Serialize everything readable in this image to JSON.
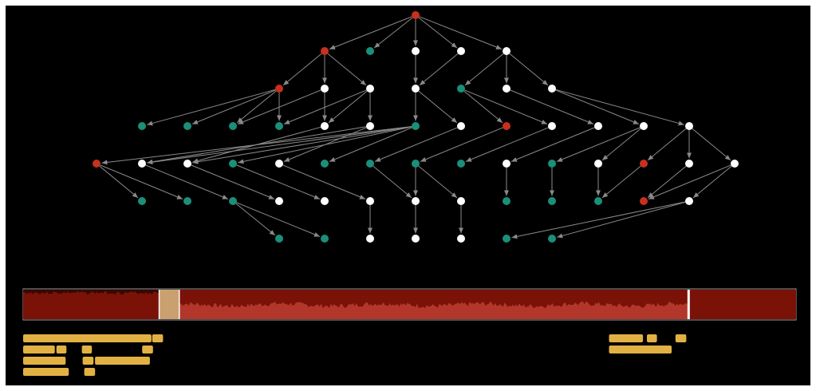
{
  "colors": {
    "background": "#000000",
    "node_red": "#c8301e",
    "node_teal": "#1a8f7a",
    "node_white": "#ffffff",
    "edge": "#8a8a8a",
    "track_fill": "#7a1208",
    "track_wave": "#b2372a",
    "selection_window": "#caa070",
    "cursor": "#ffffff",
    "segment_bar": "#e2b144"
  },
  "graph": {
    "nodes": [
      {
        "id": "r0",
        "kind": "red"
      },
      {
        "id": "a0",
        "kind": "red"
      },
      {
        "id": "a1",
        "kind": "teal"
      },
      {
        "id": "a2",
        "kind": "white"
      },
      {
        "id": "a3",
        "kind": "white"
      },
      {
        "id": "a4",
        "kind": "white"
      },
      {
        "id": "b0",
        "kind": "red"
      },
      {
        "id": "b1",
        "kind": "white"
      },
      {
        "id": "b2",
        "kind": "white"
      },
      {
        "id": "b3",
        "kind": "white"
      },
      {
        "id": "b4",
        "kind": "teal"
      },
      {
        "id": "b5",
        "kind": "white"
      },
      {
        "id": "b6",
        "kind": "white"
      },
      {
        "id": "c0",
        "kind": "teal"
      },
      {
        "id": "c1",
        "kind": "teal"
      },
      {
        "id": "c2",
        "kind": "teal"
      },
      {
        "id": "c3",
        "kind": "teal"
      },
      {
        "id": "c4",
        "kind": "white"
      },
      {
        "id": "c5",
        "kind": "white"
      },
      {
        "id": "c6",
        "kind": "teal"
      },
      {
        "id": "c7",
        "kind": "white"
      },
      {
        "id": "c8",
        "kind": "red"
      },
      {
        "id": "c9",
        "kind": "white"
      },
      {
        "id": "c10",
        "kind": "white"
      },
      {
        "id": "c11",
        "kind": "white"
      },
      {
        "id": "c12",
        "kind": "white"
      },
      {
        "id": "d0",
        "kind": "red"
      },
      {
        "id": "d1",
        "kind": "white"
      },
      {
        "id": "d2",
        "kind": "white"
      },
      {
        "id": "d3",
        "kind": "teal"
      },
      {
        "id": "d4",
        "kind": "white"
      },
      {
        "id": "d5",
        "kind": "teal"
      },
      {
        "id": "d6",
        "kind": "teal"
      },
      {
        "id": "d7",
        "kind": "teal"
      },
      {
        "id": "d8",
        "kind": "teal"
      },
      {
        "id": "d9",
        "kind": "white"
      },
      {
        "id": "d10",
        "kind": "teal"
      },
      {
        "id": "d11",
        "kind": "white"
      },
      {
        "id": "d12",
        "kind": "red"
      },
      {
        "id": "d13",
        "kind": "white"
      },
      {
        "id": "d14",
        "kind": "white"
      },
      {
        "id": "e0",
        "kind": "teal"
      },
      {
        "id": "e1",
        "kind": "teal"
      },
      {
        "id": "e2",
        "kind": "teal"
      },
      {
        "id": "e3",
        "kind": "white"
      },
      {
        "id": "e4",
        "kind": "white"
      },
      {
        "id": "e5",
        "kind": "white"
      },
      {
        "id": "e6",
        "kind": "white"
      },
      {
        "id": "e7",
        "kind": "white"
      },
      {
        "id": "e8",
        "kind": "teal"
      },
      {
        "id": "e9",
        "kind": "teal"
      },
      {
        "id": "e10",
        "kind": "teal"
      },
      {
        "id": "e11",
        "kind": "red"
      },
      {
        "id": "e12",
        "kind": "white"
      },
      {
        "id": "f0",
        "kind": "teal"
      },
      {
        "id": "f1",
        "kind": "teal"
      },
      {
        "id": "f2",
        "kind": "white"
      },
      {
        "id": "f3",
        "kind": "white"
      },
      {
        "id": "f4",
        "kind": "white"
      },
      {
        "id": "f5",
        "kind": "teal"
      },
      {
        "id": "f6",
        "kind": "teal"
      }
    ],
    "edges": [
      [
        "r0",
        "a0"
      ],
      [
        "r0",
        "a1"
      ],
      [
        "r0",
        "a2"
      ],
      [
        "r0",
        "a3"
      ],
      [
        "r0",
        "a4"
      ],
      [
        "a0",
        "b0"
      ],
      [
        "a0",
        "b1"
      ],
      [
        "a0",
        "b2"
      ],
      [
        "a2",
        "b3"
      ],
      [
        "a3",
        "b3"
      ],
      [
        "a4",
        "b4"
      ],
      [
        "a4",
        "b5"
      ],
      [
        "a4",
        "b6"
      ],
      [
        "b0",
        "c0"
      ],
      [
        "b0",
        "c1"
      ],
      [
        "b0",
        "c2"
      ],
      [
        "b0",
        "c3"
      ],
      [
        "b1",
        "c2"
      ],
      [
        "b1",
        "c4"
      ],
      [
        "b2",
        "c3"
      ],
      [
        "b2",
        "c4"
      ],
      [
        "b2",
        "c5"
      ],
      [
        "b3",
        "c6"
      ],
      [
        "b3",
        "c7"
      ],
      [
        "b4",
        "c8"
      ],
      [
        "b4",
        "c9"
      ],
      [
        "b5",
        "c10"
      ],
      [
        "b6",
        "c11"
      ],
      [
        "b6",
        "c12"
      ],
      [
        "c6",
        "d0"
      ],
      [
        "c6",
        "d1"
      ],
      [
        "c6",
        "d2"
      ],
      [
        "c6",
        "d3"
      ],
      [
        "c6",
        "d5"
      ],
      [
        "c4",
        "d2"
      ],
      [
        "c5",
        "d1"
      ],
      [
        "c5",
        "d4"
      ],
      [
        "c7",
        "d6"
      ],
      [
        "c8",
        "d7"
      ],
      [
        "c9",
        "d8"
      ],
      [
        "c10",
        "d9"
      ],
      [
        "c11",
        "d10"
      ],
      [
        "c11",
        "d11"
      ],
      [
        "c12",
        "d12"
      ],
      [
        "c12",
        "d13"
      ],
      [
        "c12",
        "d14"
      ],
      [
        "d0",
        "e0"
      ],
      [
        "d0",
        "e1"
      ],
      [
        "d1",
        "e2"
      ],
      [
        "d2",
        "e3"
      ],
      [
        "d3",
        "e4"
      ],
      [
        "d4",
        "e5"
      ],
      [
        "d6",
        "e6"
      ],
      [
        "d7",
        "e6"
      ],
      [
        "d7",
        "e7"
      ],
      [
        "d9",
        "e8"
      ],
      [
        "d10",
        "e9"
      ],
      [
        "d11",
        "e10"
      ],
      [
        "d12",
        "e10"
      ],
      [
        "d13",
        "e11"
      ],
      [
        "d14",
        "e11"
      ],
      [
        "d14",
        "e12"
      ],
      [
        "e2",
        "f0"
      ],
      [
        "e2",
        "f1"
      ],
      [
        "e5",
        "f2"
      ],
      [
        "e6",
        "f3"
      ],
      [
        "e7",
        "f4"
      ],
      [
        "e12",
        "f5"
      ],
      [
        "e12",
        "f6"
      ]
    ]
  },
  "timeline": {
    "selection_start": 0.176,
    "selection_end": 0.202,
    "cursor_position": 0.861,
    "bright_region_start": 0.202,
    "bright_region_end": 0.861
  },
  "segment_rows": [
    [
      [
        0.0,
        0.166
      ],
      [
        0.167,
        0.181
      ]
    ],
    [
      [
        0.0,
        0.041
      ],
      [
        0.043,
        0.056
      ],
      [
        0.076,
        0.089
      ],
      [
        0.154,
        0.168
      ]
    ],
    [
      [
        0.0,
        0.055
      ],
      [
        0.077,
        0.091
      ],
      [
        0.093,
        0.164
      ]
    ],
    [
      [
        0.0,
        0.059
      ],
      [
        0.079,
        0.093
      ]
    ],
    [
      [
        0.758,
        0.802
      ],
      [
        0.807,
        0.82
      ],
      [
        0.844,
        0.858
      ]
    ],
    [
      [
        0.758,
        0.839
      ]
    ]
  ]
}
